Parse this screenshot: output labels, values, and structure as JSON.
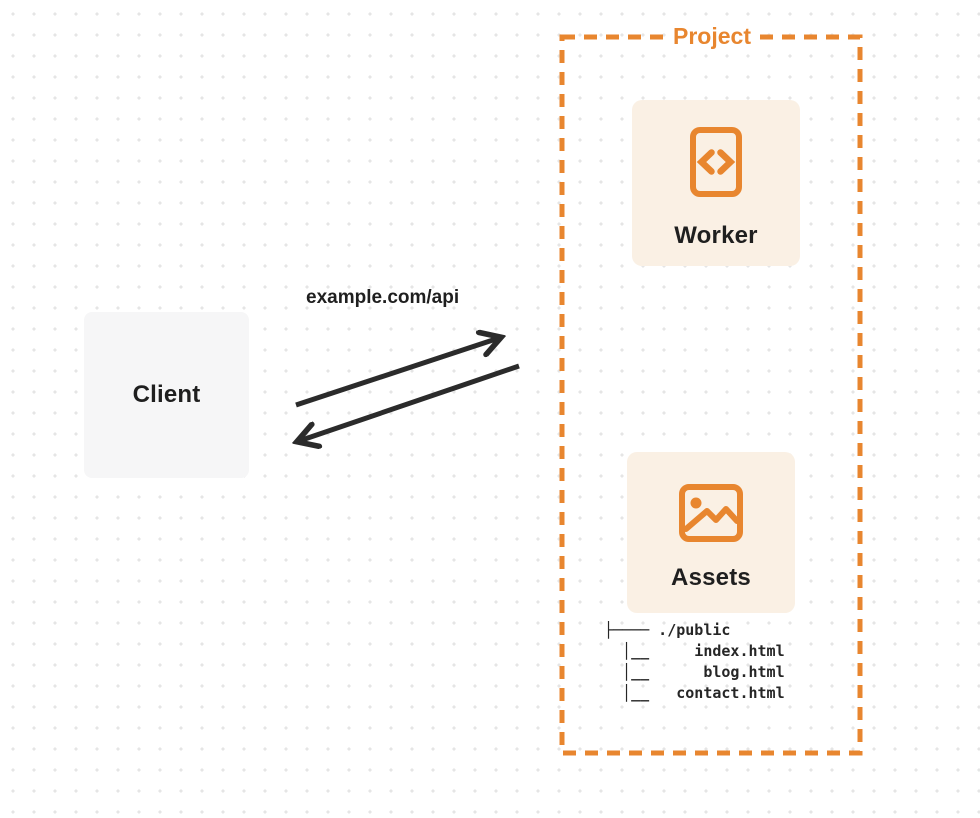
{
  "colors": {
    "accent_orange": "#E8862F",
    "card_cream": "#FAF0E4",
    "client_gray": "#F6F6F7",
    "arrow_dark": "#2B2B2B",
    "text_dark": "#1F1F1F",
    "dot_gray": "#E5E5E5"
  },
  "client": {
    "label": "Client"
  },
  "request_label": "example.com/api",
  "project": {
    "label": "Project",
    "worker": {
      "label": "Worker",
      "icon": "code-icon"
    },
    "assets": {
      "label": "Assets",
      "icon": "image-icon"
    },
    "file_tree": "├──── ./public\n  │__     index.html\n  │__      blog.html\n  │__   contact.html"
  }
}
